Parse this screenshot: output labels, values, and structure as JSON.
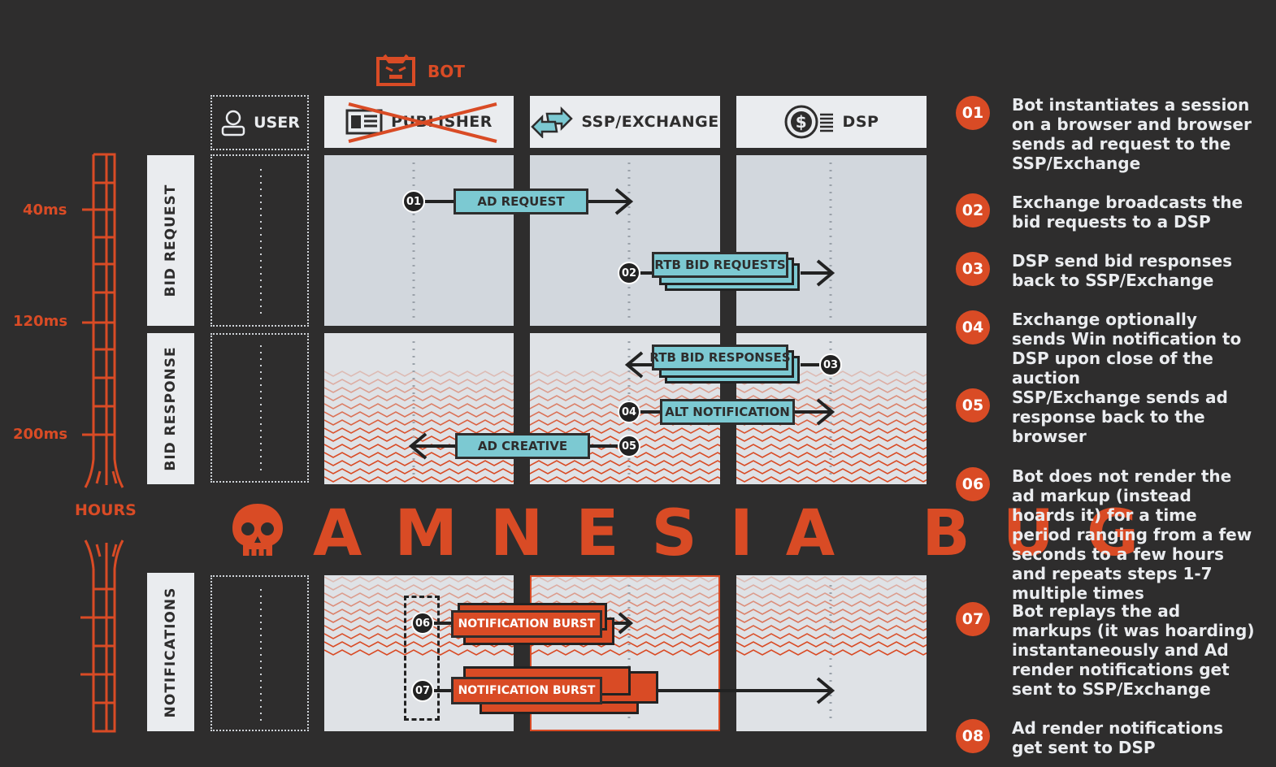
{
  "bot": {
    "label": "BOT"
  },
  "columns": {
    "user": "USER",
    "publisher": "PUBLISHER",
    "exchange": "SSP/EXCHANGE",
    "dsp": "DSP"
  },
  "phases": {
    "bid_request": "BID REQUEST",
    "bid_response": "BID RESPONSE",
    "notifications": "NOTIFICATIONS"
  },
  "timeline": {
    "t40": "40ms",
    "t120": "120ms",
    "t200": "200ms",
    "hours": "HOURS"
  },
  "title": "AMNESIA BUG",
  "arrows": {
    "ad_request": "AD REQUEST",
    "rtb_bid_requests": "RTB BID REQUESTS",
    "rtb_bid_responses": "RTB BID RESPONSES",
    "alt_notification": "ALT NOTIFICATION",
    "ad_creative": "AD CREATIVE",
    "burst_06": "NOTIFICATION BURST",
    "burst_07": "NOTIFICATION BURST"
  },
  "badges": {
    "b01": "01",
    "b02": "02",
    "b03": "03",
    "b04": "04",
    "b05": "05",
    "b06": "06",
    "b07": "07"
  },
  "legend": [
    {
      "num": "01",
      "text": "Bot instantiates a session on a browser and browser sends ad request to the SSP/Exchange"
    },
    {
      "num": "02",
      "text": "Exchange broadcasts the bid requests to a DSP"
    },
    {
      "num": "03",
      "text": "DSP send bid responses back to SSP/Exchange"
    },
    {
      "num": "04",
      "text": "Exchange optionally sends Win notification to DSP upon close of the auction"
    },
    {
      "num": "05",
      "text": "SSP/Exchange sends ad response back to the browser"
    },
    {
      "num": "06",
      "text": "Bot does not render the ad markup (instead hoards it) for a time period ranging from a  few seconds to a few hours and repeats steps 1-7 multiple times"
    },
    {
      "num": "07",
      "text": "Bot replays the ad markups (it was hoarding) instantaneously and Ad render notifications get sent to SSP/Exchange"
    },
    {
      "num": "08",
      "text": "Ad render notifications get sent to DSP"
    }
  ],
  "colors": {
    "accent": "#d94b25",
    "teal": "#7cc9d2",
    "background": "#2e2d2d",
    "panel": "#d2d7dd"
  }
}
